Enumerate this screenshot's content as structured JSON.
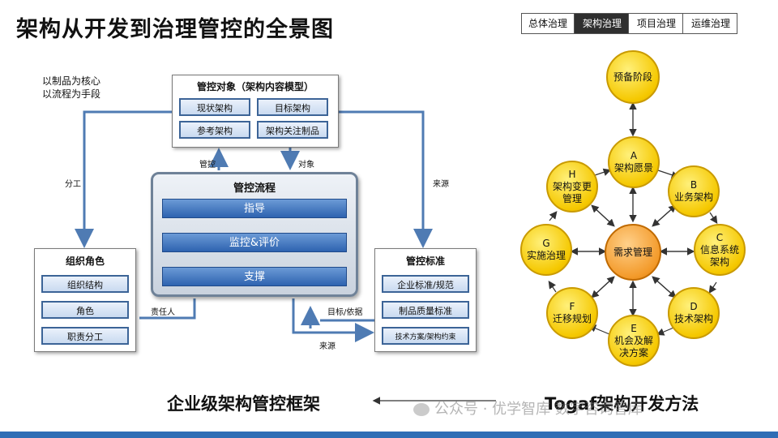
{
  "page_title": "架构从开发到治理管控的全景图",
  "breadcrumbs": [
    "总体治理",
    "架构治理",
    "项目治理",
    "运维治理"
  ],
  "breadcrumb_active": "架构治理",
  "left_note": {
    "line1": "以制品为核心",
    "line2": "以流程为手段"
  },
  "control_object": {
    "title": "管控对象（架构内容模型）",
    "items": [
      "现状架构",
      "目标架构",
      "参考架构",
      "架构关注制品"
    ]
  },
  "control_process": {
    "title": "管控流程",
    "bars": [
      "指导",
      "监控&评价",
      "支撑"
    ]
  },
  "org_roles": {
    "title": "组织角色",
    "items": [
      "组织结构",
      "角色",
      "职责分工"
    ]
  },
  "control_standard": {
    "title": "管控标准",
    "items": [
      "企业标准/规范",
      "制品质量标准",
      "技术方案/架构约束"
    ]
  },
  "arrow_labels": {
    "fengong": "分工",
    "guankong": "管控",
    "duixiang": "对象",
    "laiyuan_top": "来源",
    "zerenren": "责任人",
    "mubiao": "目标/依据",
    "laiyuan_bottom": "来源"
  },
  "togaf": {
    "prelim": "预备阶段",
    "center": "需求管理",
    "phases": [
      {
        "letter": "A",
        "name": "架构愿景"
      },
      {
        "letter": "B",
        "name": "业务架构"
      },
      {
        "letter": "C",
        "name": "信息系统架构"
      },
      {
        "letter": "D",
        "name": "技术架构"
      },
      {
        "letter": "E",
        "name": "机会及解决方案"
      },
      {
        "letter": "F",
        "name": "迁移规划"
      },
      {
        "letter": "G",
        "name": "实施治理"
      },
      {
        "letter": "H",
        "name": "架构变更管理"
      }
    ]
  },
  "bottom_left": "企业级架构管控框架",
  "bottom_right": "Togaf架构开发方法",
  "watermark": "公众号 · 优学智库 数字咨询智库",
  "colors": {
    "accent_blue": "#2e63b0",
    "circle_yellow": "#f5c800",
    "center_orange": "#f39a2a",
    "footer": "#2e6db5"
  }
}
